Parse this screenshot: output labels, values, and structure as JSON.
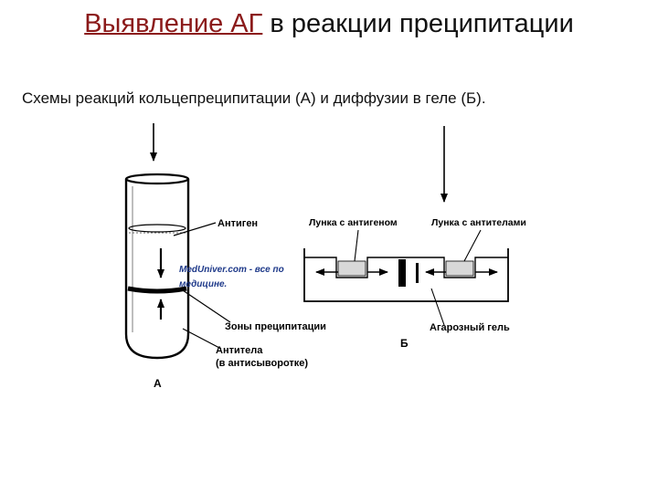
{
  "slide": {
    "title_highlight": "Выявление АГ",
    "title_rest": " в реакции преципитации",
    "subtitle": "Схемы реакций кольцепреципитации (А) и диффузии в геле (Б)."
  },
  "figure": {
    "tube_labels": {
      "antigen": "Антиген",
      "precipitation_zones": "Зоны преципитации",
      "antibodies": "Антитела",
      "antibodies_note": "(в антисыворотке)",
      "panel_letter": "А"
    },
    "gel_labels": {
      "antigen_well": "Лунка с антигеном",
      "antibody_well": "Лунка с антителами",
      "agarose_gel": "Агарозный гель",
      "panel_letter": "Б"
    },
    "watermark_line1": "MedUniver.com - все по",
    "watermark_line2": "медицине."
  },
  "colors": {
    "title_highlight": "#8b1a1a",
    "watermark": "#1f3a8a"
  }
}
